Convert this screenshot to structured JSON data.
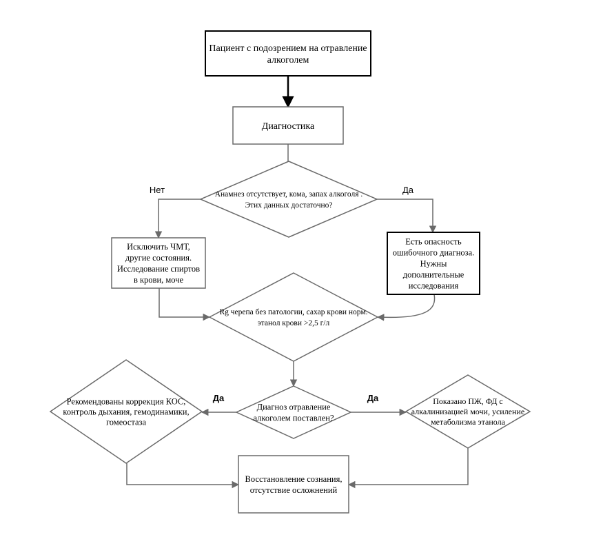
{
  "flowchart": {
    "colors": {
      "stroke_primary": "#000000",
      "stroke_secondary": "#6a6a6a",
      "background": "#ffffff",
      "text": "#000000"
    },
    "nodes": [
      {
        "id": "patient",
        "shape": "rectangle",
        "lines": [
          "Пациент с подозрением на отравление",
          "алкоголем"
        ]
      },
      {
        "id": "diagnostics",
        "shape": "rectangle",
        "lines": [
          "Диагностика"
        ]
      },
      {
        "id": "anamnesis",
        "shape": "diamond",
        "lines": [
          "Анамнез отсутствует, кома, запах алкоголя .",
          "Этих данных достаточно?"
        ]
      },
      {
        "id": "exclude",
        "shape": "rectangle",
        "lines": [
          "Исключить ЧМТ,",
          "другие состояния.",
          "Исследование спиртов",
          "в крови, моче"
        ]
      },
      {
        "id": "risk",
        "shape": "rectangle",
        "lines": [
          "Есть опасность",
          "ошибочного диагноза.",
          "Нужны",
          "дополнительные",
          "исследования"
        ]
      },
      {
        "id": "xray",
        "shape": "diamond",
        "lines": [
          "Rg черепа без патологии, сахар крови норм.",
          "этанол крови  >2,5 г/л"
        ]
      },
      {
        "id": "diagnosis",
        "shape": "diamond",
        "lines": [
          "Диагноз отравление",
          "алкоголем поставлен?"
        ]
      },
      {
        "id": "recommend",
        "shape": "diamond",
        "lines": [
          "Рекомендованы коррекция КОС,",
          "контроль дыхания, гемодинамики,",
          "гомеостаза"
        ]
      },
      {
        "id": "indicated",
        "shape": "diamond",
        "lines": [
          "Показано ПЖ, ФД с",
          "алкалинизацией мочи, усиление",
          "метаболизма этанола"
        ]
      },
      {
        "id": "recovery",
        "shape": "rectangle",
        "lines": [
          "Восстановление сознания,",
          "отсутствие осложнений"
        ]
      }
    ],
    "edges": [
      {
        "id": "e1",
        "from": "patient",
        "to": "diagnostics",
        "label": ""
      },
      {
        "id": "e2",
        "from": "diagnostics",
        "to": "anamnesis",
        "label": ""
      },
      {
        "id": "e3",
        "from": "anamnesis",
        "to": "exclude",
        "label": "Нет"
      },
      {
        "id": "e4",
        "from": "anamnesis",
        "to": "risk",
        "label": "Да"
      },
      {
        "id": "e5",
        "from": "exclude",
        "to": "xray",
        "label": ""
      },
      {
        "id": "e6",
        "from": "risk",
        "to": "xray",
        "label": ""
      },
      {
        "id": "e7",
        "from": "xray",
        "to": "diagnosis",
        "label": ""
      },
      {
        "id": "e8",
        "from": "diagnosis",
        "to": "recommend",
        "label": "Да"
      },
      {
        "id": "e9",
        "from": "diagnosis",
        "to": "indicated",
        "label": "Да"
      },
      {
        "id": "e10",
        "from": "recommend",
        "to": "recovery",
        "label": ""
      },
      {
        "id": "e11",
        "from": "indicated",
        "to": "recovery",
        "label": ""
      }
    ]
  }
}
